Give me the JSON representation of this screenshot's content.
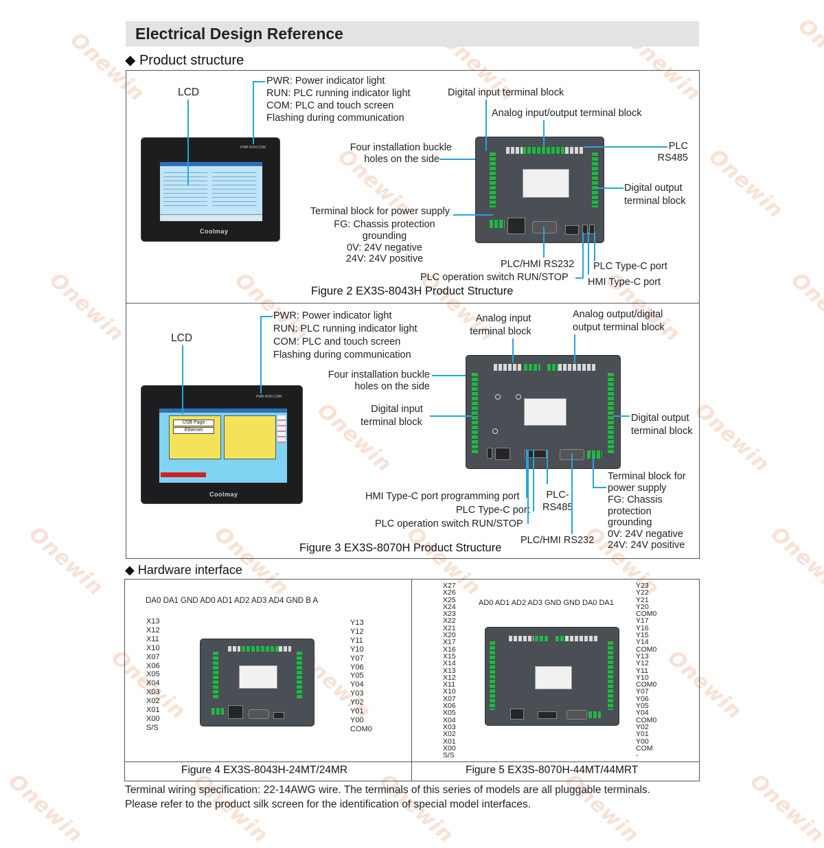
{
  "watermark": "Onewin",
  "page_title": "Electrical Design Reference",
  "section_product_structure": "◆ Product structure",
  "section_hardware": "◆ Hardware interface",
  "fig2": {
    "caption": "Figure 2  EX3S-8043H Product Structure",
    "lcd": "LCD",
    "leds": [
      "PWR: Power indicator light",
      "RUN: PLC running indicator light",
      "COM: PLC and touch screen",
      "Flashing during communication"
    ],
    "digital_input": "Digital input terminal block",
    "analog_io": "Analog input/output terminal block",
    "buckle": [
      "Four installation buckle",
      "holes on the side"
    ],
    "plc_rs485": [
      "PLC",
      "RS485"
    ],
    "digital_output": [
      "Digital output",
      "terminal block"
    ],
    "power": [
      "Terminal block for power supply",
      "FG: Chassis protection",
      "grounding",
      "0V: 24V negative",
      "24V: 24V positive"
    ],
    "rs232": "PLC/HMI RS232",
    "switch": "PLC operation switch RUN/STOP",
    "plc_typec": "PLC Type-C port",
    "hmi_typec": "HMI Type-C port",
    "brand": "Coolmay"
  },
  "fig3": {
    "caption": "Figure 3 EX3S-8070H Product Structure",
    "lcd": "LCD",
    "leds": [
      "PWR: Power indicator light",
      "RUN: PLC running indicator light",
      "COM: PLC and touch screen",
      "Flashing during communication"
    ],
    "analog_input": [
      "Analog input",
      "terminal block"
    ],
    "analog_output": [
      "Analog output/digital",
      "output terminal block"
    ],
    "buckle": [
      "Four installation buckle",
      "holes on the side"
    ],
    "digital_input": [
      "Digital input",
      "terminal block"
    ],
    "digital_output": [
      "Digital output",
      "terminal block"
    ],
    "power": [
      "Terminal block for",
      "power supply",
      "FG:   Chassis",
      "protection",
      "grounding",
      "0V: 24V negative",
      "24V: 24V positive"
    ],
    "hmi_typec": "HMI Type-C port programming port",
    "plc_typec": "PLC Type-C port",
    "rs485": [
      "PLC-",
      "RS485"
    ],
    "switch": "PLC operation switch RUN/STOP",
    "rs232": "PLC/HMI RS232",
    "screen_buttons": [
      "USB Page",
      "Ethernet"
    ],
    "brand": "Coolmay"
  },
  "fig4": {
    "caption": "Figure 4  EX3S-8043H-24MT/24MR",
    "top_labels": "DA0 DA1 GND AD0  AD1  AD2  AD3  AD4  GND  B  A",
    "left_pins": "X13\nX12\nX11\nX10\nX07\nX06\nX05\nX04\nX03\nX02\nX01\nX00\nS/S",
    "right_pins": "Y13\nY12\nY11\nY10\nY07\nY06\nY05\nY04\nY03\nY02\nY01\nY00\nCOM0"
  },
  "fig5": {
    "caption": "Figure 5  EX3S-8070H-44MT/44MRT",
    "top_labels": "AD0 AD1 AD2 AD3 GND  GND DA0 DA1",
    "left_pins": "X27\nX26\nX25\nX24\nX23\nX22\nX21\nX20\nX17\nX16\nX15\nX14\nX13\nX12\nX11\nX10\nX07\nX06\nX05\nX04\nX03\nX02\nX01\nX00\nS/S",
    "right_pins": "Y23\nY22\nY21\nY20\nCOM0\nY17\nY16\nY15\nY14\nCOM0\nY13\nY12\nY11\nY10\nCOM0\nY07\nY06\nY05\nY04\nCOM0\nY02\nY01\nY00\nCOM\n-"
  },
  "footer": [
    "Terminal wiring specification: 22-14AWG wire. The terminals of this series of models are all pluggable terminals.",
    "Please refer to the product silk screen for the identification of special model interfaces."
  ]
}
